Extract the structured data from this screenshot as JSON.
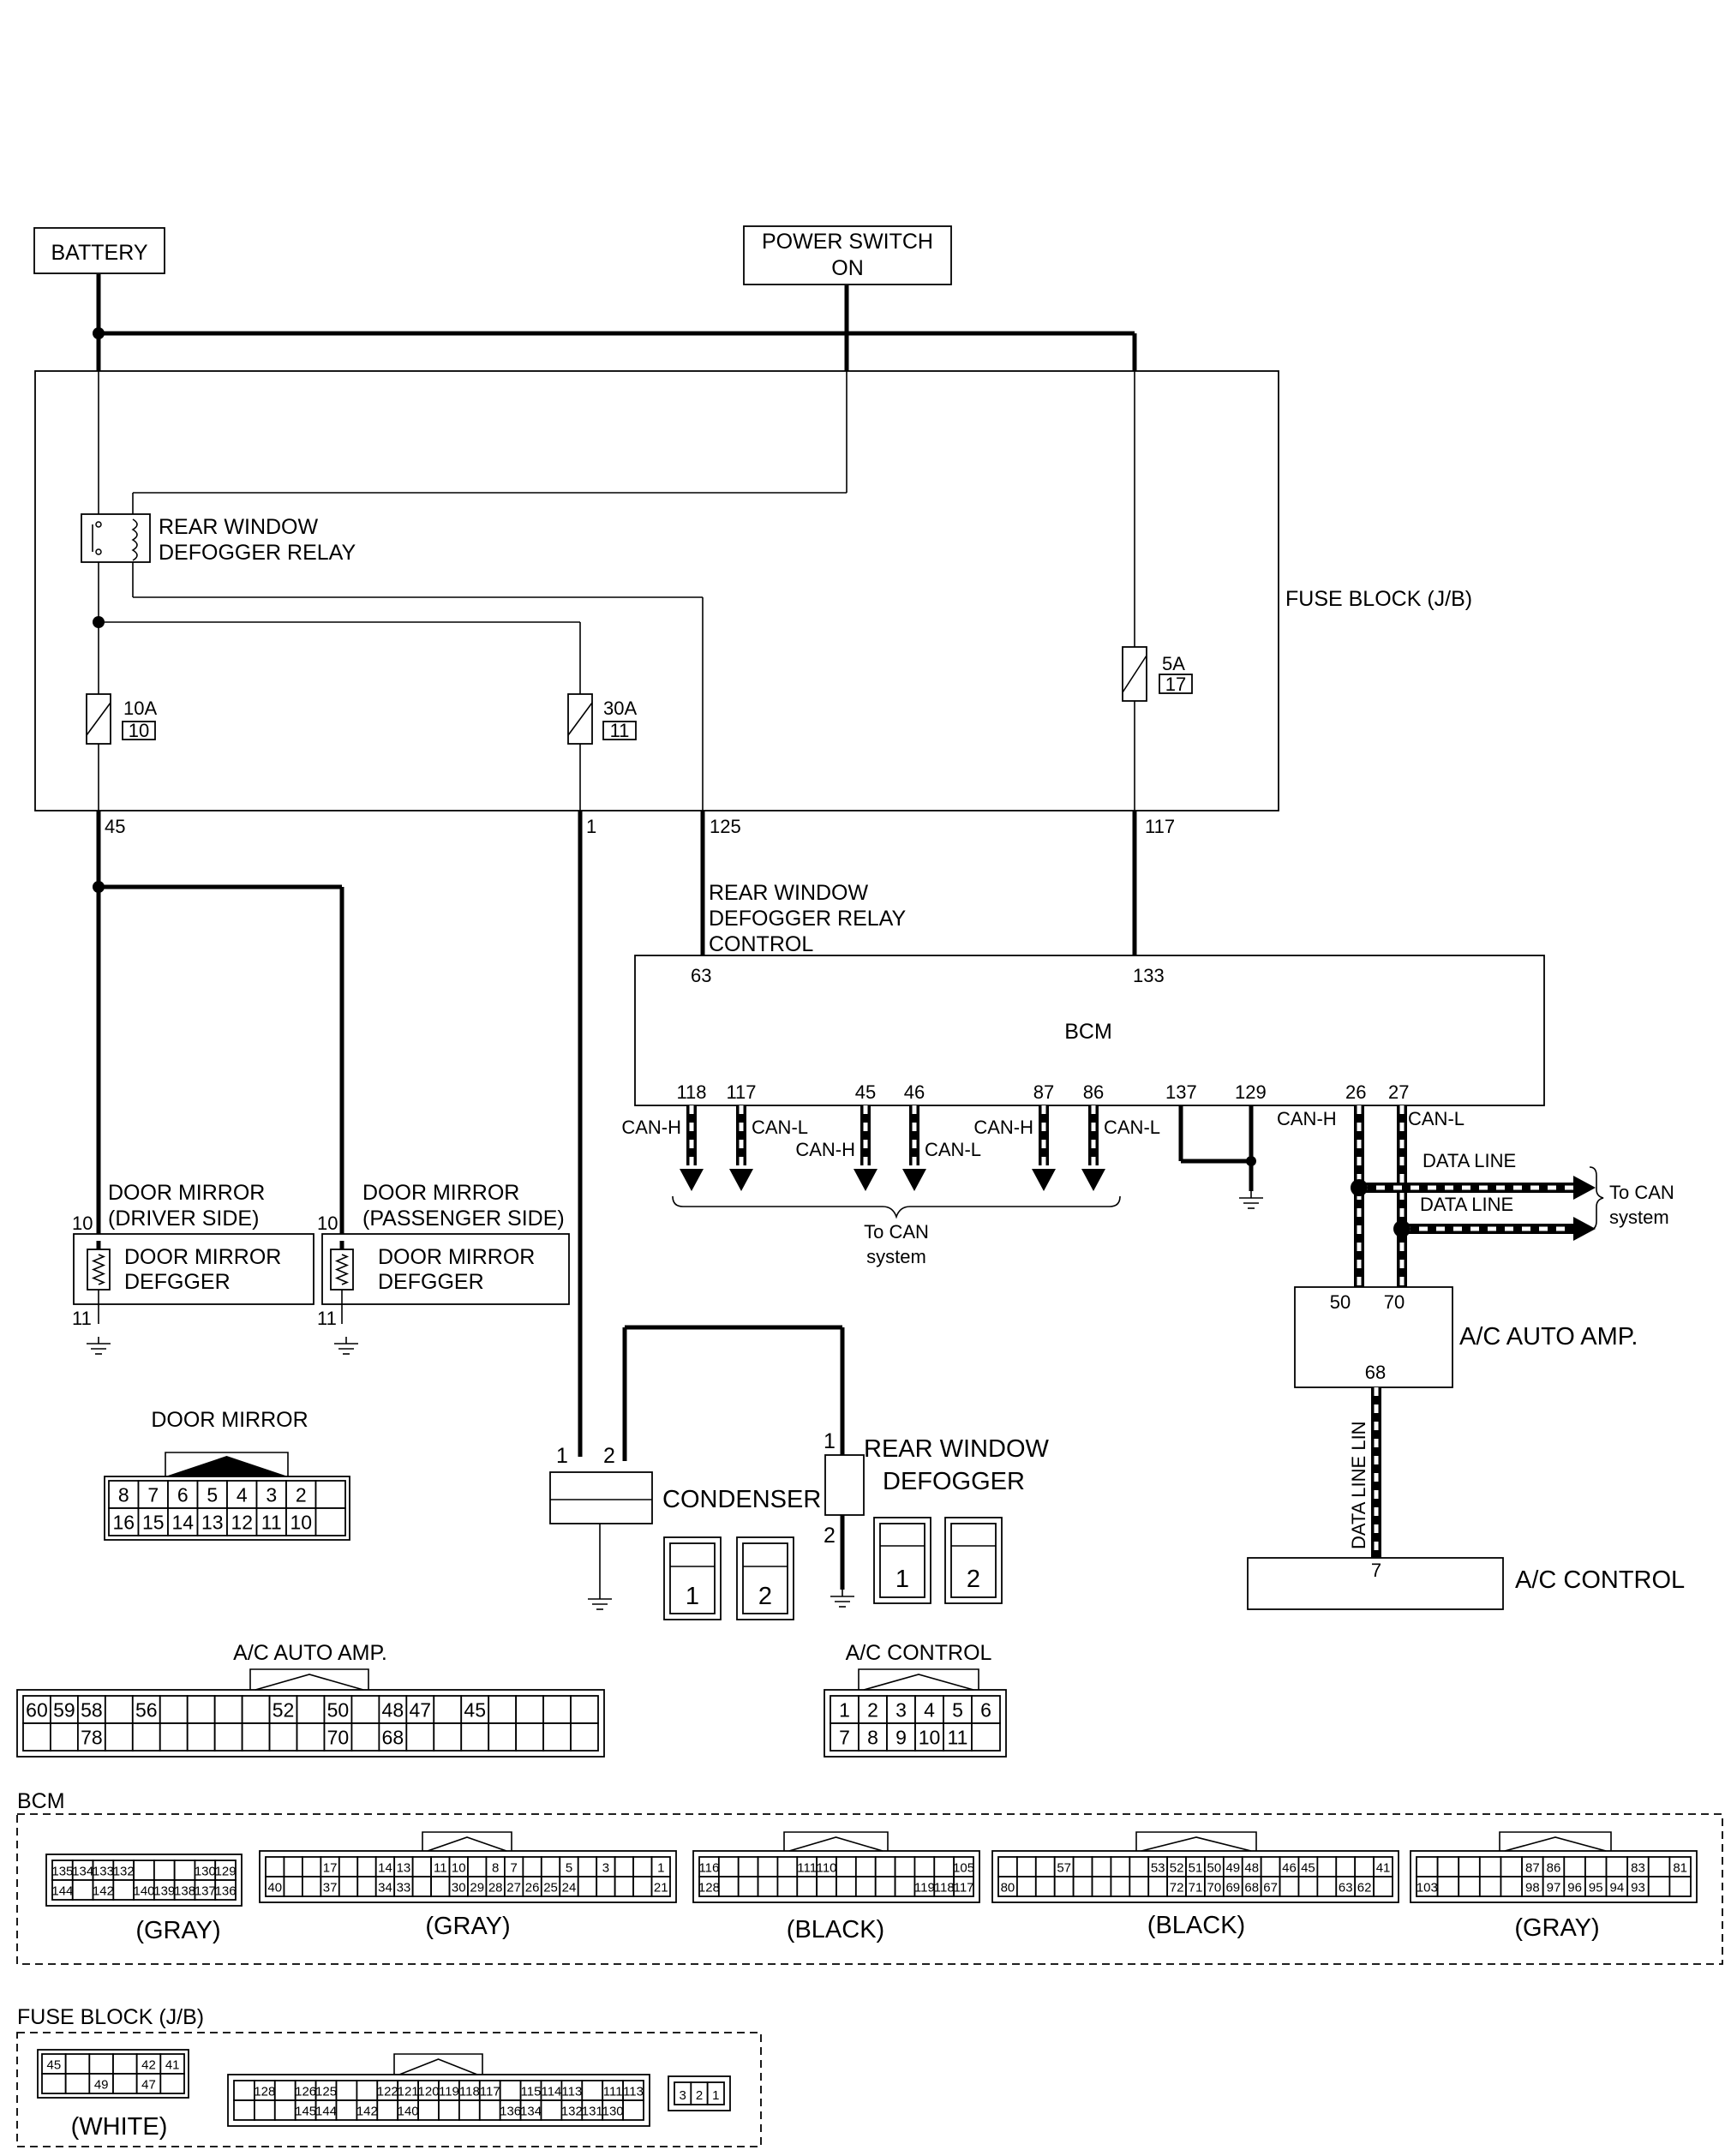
{
  "top": {
    "battery": "BATTERY",
    "power_switch": [
      "POWER SWITCH",
      "ON"
    ]
  },
  "fuse_block": {
    "title": "FUSE BLOCK (J/B)",
    "relay": [
      "REAR WINDOW",
      "DEFOGGER RELAY"
    ],
    "fuses": [
      {
        "rating": "10A",
        "number": "10"
      },
      {
        "rating": "30A",
        "number": "11"
      },
      {
        "rating": "5A",
        "number": "17"
      }
    ],
    "pins": [
      "45",
      "1",
      "125",
      "117"
    ]
  },
  "relay_control": [
    "REAR WINDOW",
    "DEFOGGER RELAY",
    "CONTROL"
  ],
  "bcm": {
    "title": "BCM",
    "pins_top": [
      "63",
      "133"
    ],
    "can_pins": [
      {
        "pin": "118",
        "label": "CAN-H"
      },
      {
        "pin": "117",
        "label": "CAN-L"
      },
      {
        "pin": "45",
        "label": "CAN-H"
      },
      {
        "pin": "46",
        "label": "CAN-L"
      },
      {
        "pin": "87",
        "label": "CAN-H"
      },
      {
        "pin": "86",
        "label": "CAN-L"
      }
    ],
    "ground_pins": [
      "137",
      "129"
    ],
    "data_pins": [
      "26",
      "27"
    ],
    "can_h": "CAN-H",
    "can_l": "CAN-L",
    "to_can": [
      "To CAN",
      "system"
    ]
  },
  "data_line": {
    "label": "DATA LINE",
    "to_can": [
      "To CAN",
      "system"
    ]
  },
  "door_mirror": {
    "driver": {
      "title": [
        "DOOR MIRROR",
        "(DRIVER SIDE)"
      ],
      "body": [
        "DOOR MIRROR",
        "DEFGGER"
      ],
      "pin_top": "10",
      "pin_bottom": "11"
    },
    "passenger": {
      "title": [
        "DOOR MIRROR",
        "(PASSENGER SIDE)"
      ],
      "body": [
        "DOOR MIRROR",
        "DEFGGER"
      ],
      "pin_top": "10",
      "pin_bottom": "11"
    }
  },
  "condenser": {
    "label": "CONDENSER",
    "pins": [
      "1",
      "2"
    ]
  },
  "rear_defogger": {
    "label": [
      "REAR WINDOW",
      "DEFOGGER"
    ],
    "pins": [
      "1",
      "2"
    ]
  },
  "ac_auto_amp": {
    "label": "A/C AUTO AMP.",
    "pins": [
      "50",
      "70",
      "68"
    ]
  },
  "data_line_lin": "DATA LINE LIN",
  "ac_control": {
    "label": "A/C CONTROL",
    "pin": "7"
  },
  "connectors": {
    "door_mirror": {
      "title": "DOOR MIRROR",
      "row1": [
        "8",
        "7",
        "6",
        "5",
        "4",
        "3",
        "2",
        ""
      ],
      "row2": [
        "16",
        "15",
        "14",
        "13",
        "12",
        "11",
        "10",
        ""
      ]
    },
    "condenser_pins": [
      "1",
      "2"
    ],
    "defogger_pins": [
      "1",
      "2"
    ],
    "ac_auto_amp": {
      "title": "A/C AUTO AMP.",
      "row1": [
        "60",
        "59",
        "58",
        "",
        "56",
        "",
        "",
        "",
        "",
        "52",
        "",
        "50",
        "",
        "48",
        "47",
        "",
        "45",
        "",
        "",
        "",
        ""
      ],
      "row2": [
        "",
        "",
        "78",
        "",
        "",
        "",
        "",
        "",
        "",
        "",
        "",
        "70",
        "",
        "68",
        "",
        "",
        "",
        "",
        "",
        "",
        ""
      ]
    },
    "ac_control": {
      "title": "A/C CONTROL",
      "row1": [
        "1",
        "2",
        "3",
        "4",
        "5",
        "6"
      ],
      "row2": [
        "7",
        "8",
        "9",
        "10",
        "11",
        ""
      ]
    },
    "bcm": {
      "title": "BCM",
      "groups": [
        {
          "color": "(GRAY)",
          "row1": [
            "135",
            "134",
            "133",
            "132",
            "",
            "",
            "",
            "130",
            "129"
          ],
          "row2": [
            "144",
            "",
            "142",
            "",
            "140",
            "139",
            "138",
            "137",
            "136"
          ]
        },
        {
          "color": "(GRAY)",
          "row1": [
            "",
            "",
            "",
            "17",
            "",
            "",
            "14",
            "13",
            "",
            "11",
            "10",
            "",
            "8",
            "7",
            "",
            "",
            "5",
            "",
            "3",
            "",
            "",
            "1"
          ],
          "row2": [
            "40",
            "",
            "",
            "37",
            "",
            "",
            "34",
            "33",
            "",
            "",
            "30",
            "29",
            "28",
            "27",
            "26",
            "25",
            "24",
            "",
            "",
            "",
            "",
            "21"
          ]
        },
        {
          "color": "(BLACK)",
          "row1": [
            "116",
            "",
            "",
            "",
            "",
            "111",
            "110",
            "",
            "",
            "",
            "",
            "",
            "",
            "105"
          ],
          "row2": [
            "128",
            "",
            "",
            "",
            "",
            "",
            "",
            "",
            "",
            "",
            "",
            "119",
            "118",
            "117"
          ]
        },
        {
          "color": "(BLACK)",
          "row1": [
            "",
            "",
            "",
            "57",
            "",
            "",
            "",
            "",
            "53",
            "52",
            "51",
            "50",
            "49",
            "48",
            "",
            "46",
            "45",
            "",
            "",
            "",
            "41"
          ],
          "row2": [
            "80",
            "",
            "",
            "",
            "",
            "",
            "",
            "",
            "",
            "72",
            "71",
            "70",
            "69",
            "68",
            "67",
            "",
            "",
            "",
            "63",
            "62",
            ""
          ]
        },
        {
          "color": "(GRAY)",
          "row1": [
            "",
            "",
            "",
            "",
            "",
            "87",
            "86",
            "",
            "",
            "",
            "83",
            "",
            "81"
          ],
          "row2": [
            "103",
            "",
            "",
            "",
            "",
            "98",
            "97",
            "96",
            "95",
            "94",
            "93",
            "",
            ""
          ]
        }
      ]
    },
    "fuse_block": {
      "title": "FUSE BLOCK (J/B)",
      "white": {
        "color": "(WHITE)",
        "row1": [
          "45",
          "",
          "",
          "",
          "42",
          "41"
        ],
        "row2": [
          "",
          "",
          "49",
          "",
          "47",
          ""
        ]
      },
      "big": {
        "row1": [
          "",
          "128",
          "",
          "126",
          "125",
          "",
          "",
          "122",
          "121",
          "120",
          "119",
          "118",
          "117",
          "",
          "115",
          "114",
          "113",
          "",
          "111",
          "113"
        ],
        "row2": [
          "",
          "",
          "",
          "145",
          "144",
          "",
          "142",
          "",
          "140",
          "",
          "",
          "",
          "",
          "136",
          "134",
          "",
          "132",
          "131",
          "130",
          ""
        ]
      },
      "small": [
        "3",
        "2",
        "1"
      ]
    }
  }
}
